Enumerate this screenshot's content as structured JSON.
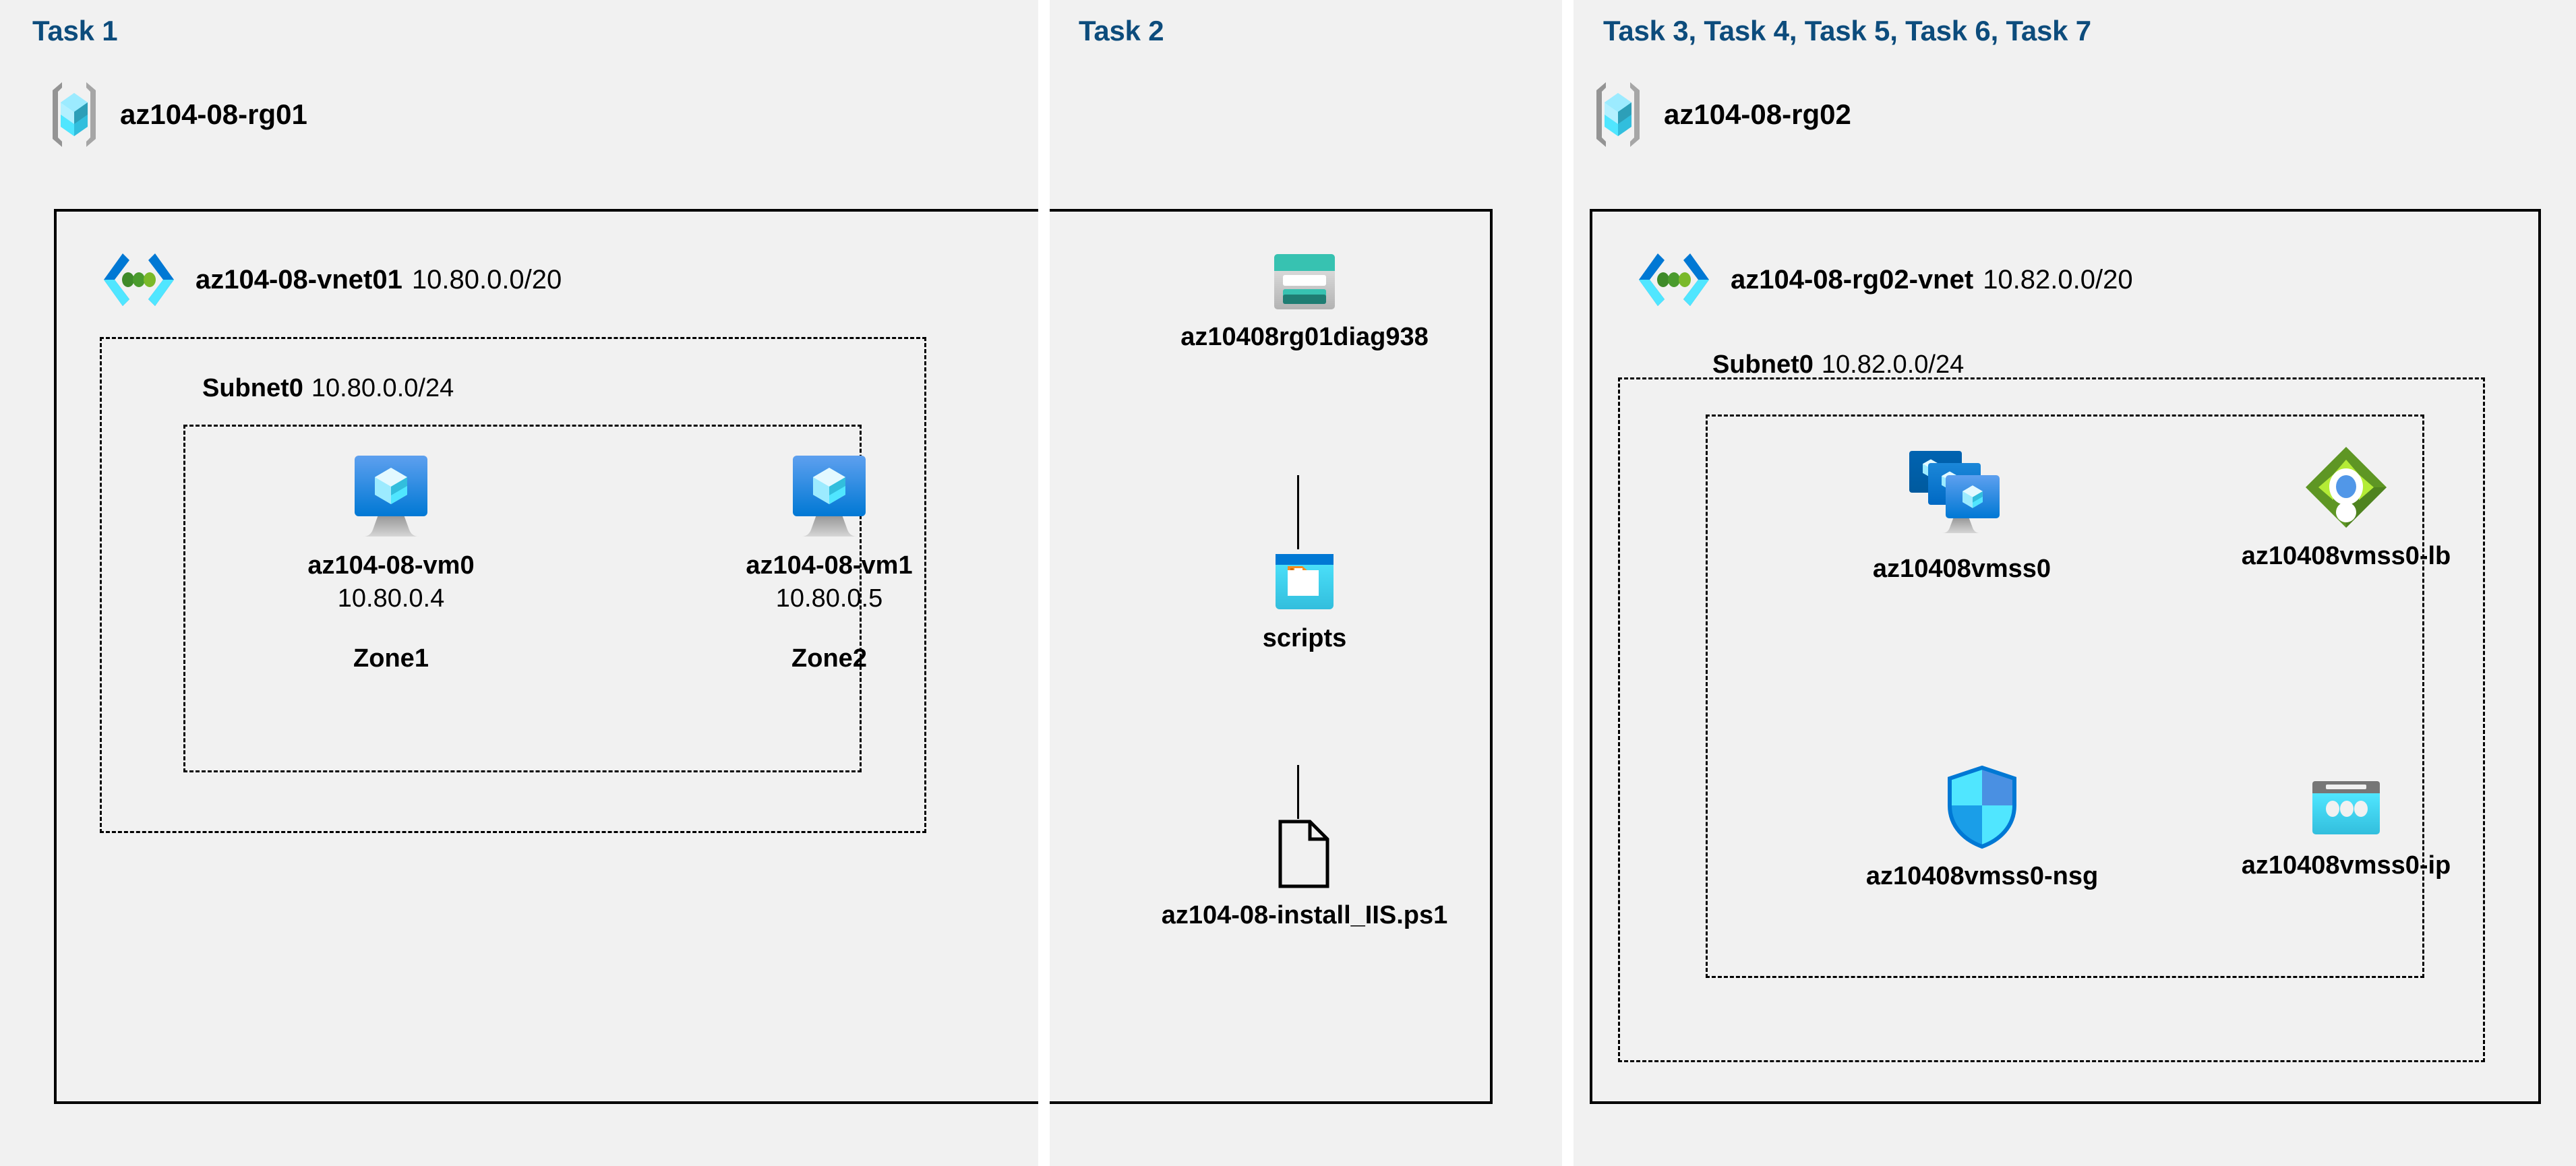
{
  "panels": [
    {
      "id": "task1",
      "heading": "Task 1"
    },
    {
      "id": "task2",
      "heading": "Task 2"
    },
    {
      "id": "task3",
      "heading": "Task 3, Task 4, Task 5, Task 6, Task 7"
    }
  ],
  "colors": {
    "panel_background": "#f1f1f1",
    "page_background": "#ffffff",
    "heading_blue": "#0d4c7c",
    "border_black": "#000000",
    "azure_blue": "#0078d4",
    "cyan": "#32bedd",
    "light_cyan": "#9cebff",
    "teal": "#37c2b1",
    "dark_teal": "#1f7d73",
    "green_lb": "#5e9624",
    "green_lb_light": "#b4ec36",
    "orange_tag": "#f78d1e",
    "gray_bracket": "#949494"
  },
  "resource_groups": [
    {
      "key": "rg01",
      "icon": "resource-group-icon",
      "name": "az104-08-rg01"
    },
    {
      "key": "rg02",
      "icon": "resource-group-icon",
      "name": "az104-08-rg02"
    }
  ],
  "vnets": [
    {
      "key": "vnet01",
      "icon": "virtual-network-icon",
      "name": "az104-08-vnet01",
      "cidr": "10.80.0.0/20"
    },
    {
      "key": "vnet02",
      "icon": "virtual-network-icon",
      "name": "az104-08-rg02-vnet",
      "cidr": "10.82.0.0/20"
    }
  ],
  "subnets": [
    {
      "key": "subnet0_vnet01",
      "name": "Subnet0",
      "cidr": "10.80.0.0/24"
    },
    {
      "key": "subnet0_vnet02",
      "name": "Subnet0",
      "cidr": "10.82.0.0/24"
    }
  ],
  "nodes": {
    "vm0": {
      "icon": "virtual-machine-icon",
      "name": "az104-08-vm0",
      "ip": "10.80.0.4",
      "zone": "Zone1"
    },
    "vm1": {
      "icon": "virtual-machine-icon",
      "name": "az104-08-vm1",
      "ip": "10.80.0.5",
      "zone": "Zone2"
    },
    "storage": {
      "icon": "storage-account-icon",
      "name": "az10408rg01diag938"
    },
    "scripts": {
      "icon": "blob-container-icon",
      "name": "scripts"
    },
    "ps1": {
      "icon": "file-icon",
      "name": "az104-08-install_IIS.ps1"
    },
    "vmss": {
      "icon": "vm-scale-set-icon",
      "name": "az10408vmss0"
    },
    "lb": {
      "icon": "load-balancer-icon",
      "name": "az10408vmss0-lb"
    },
    "nsg": {
      "icon": "network-security-group-icon",
      "name": "az10408vmss0-nsg"
    },
    "ip": {
      "icon": "public-ip-address-icon",
      "name": "az10408vmss0-ip"
    }
  }
}
